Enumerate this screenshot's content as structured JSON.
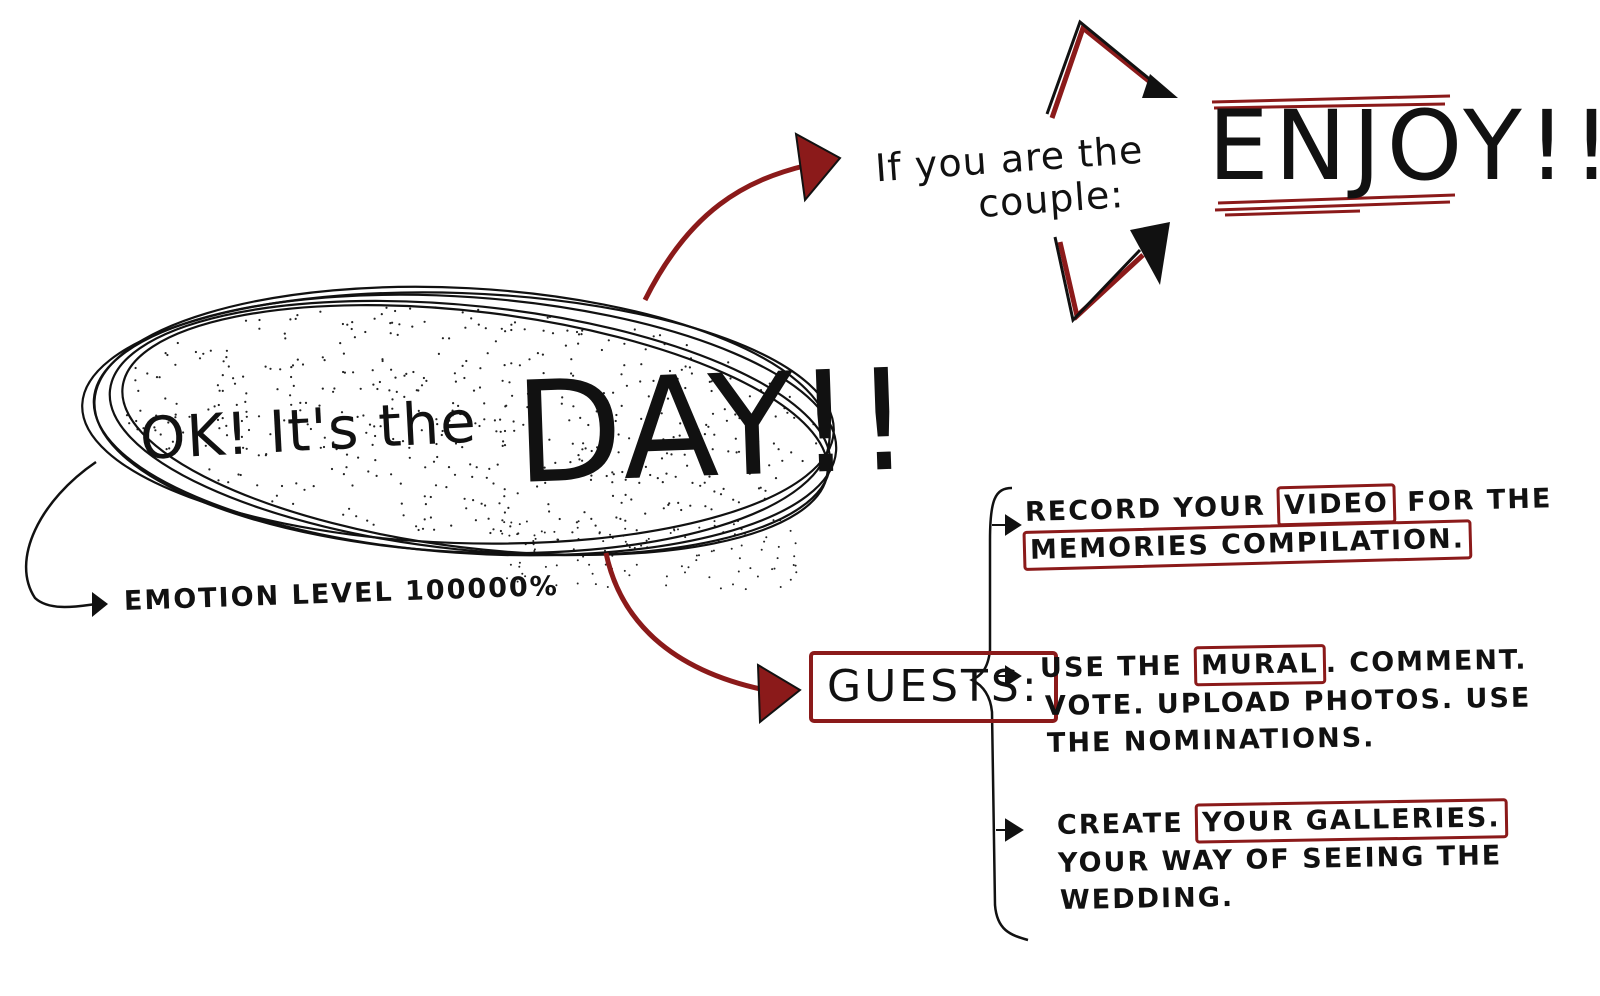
{
  "colors": {
    "ink": "#111111",
    "accent": "#8b1a1a"
  },
  "bubble": {
    "lead": "OK! It's the",
    "big": "DAY!!"
  },
  "emotion": {
    "label": "EMOTION LEVEL 100000%"
  },
  "couple": {
    "line1": "If you are the",
    "line2": "couple:",
    "result": "ENJOY!!"
  },
  "guests": {
    "label": "GUESTS:",
    "items": [
      {
        "line1_pre": "RECORD YOUR ",
        "line1_box": "VIDEO",
        "line1_post": " FOR THE",
        "line2_box": "MEMORIES COMPILATION."
      },
      {
        "line1_pre": "USE THE ",
        "line1_box": "MURAL",
        "line1_post": ". COMMENT.",
        "line2": "VOTE. UPLOAD PHOTOS. USE",
        "line3": "THE NOMINATIONS."
      },
      {
        "line1_pre": "CREATE ",
        "line1_box": "YOUR GALLERIES.",
        "line2": "YOUR WAY OF SEEING THE",
        "line3": "WEDDING."
      }
    ]
  },
  "icons": {
    "stipple": "stipple-dots",
    "arrows": [
      "arrow-to-couple-icon",
      "arrow-to-guests-icon",
      "arrow-to-emotion-icon",
      "chevron-up-icon",
      "chevron-down-icon",
      "guest-item-arrow-icon"
    ]
  }
}
